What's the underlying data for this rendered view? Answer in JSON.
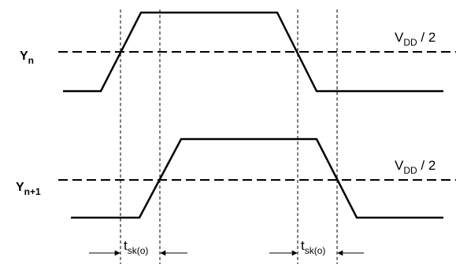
{
  "diagram": {
    "signals": [
      {
        "name_main": "Y",
        "name_sub": "n",
        "threshold_main": "V",
        "threshold_sub": "DD",
        "threshold_suffix": " / 2"
      },
      {
        "name_main": "Y",
        "name_sub": "n+1",
        "threshold_main": "V",
        "threshold_sub": "DD",
        "threshold_suffix": " / 2"
      }
    ],
    "skew": [
      {
        "main": "t",
        "sub": "sk(o)"
      },
      {
        "main": "t",
        "sub": "sk(o)"
      }
    ],
    "colors": {
      "line": "#000000",
      "background": "#ffffff"
    }
  }
}
